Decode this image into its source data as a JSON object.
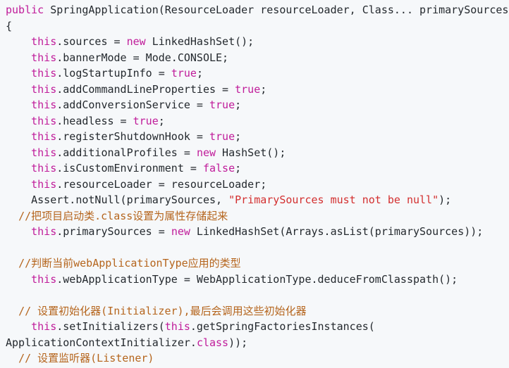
{
  "colors": {
    "background": "#f6f8fa",
    "keyword": "#c01c9a",
    "string": "#d32f2f",
    "comment": "#b5651d",
    "text": "#24292e"
  },
  "code": {
    "language": "java",
    "lines": [
      {
        "indent": "",
        "tokens": [
          {
            "t": "keyword",
            "v": "public"
          },
          {
            "t": "plain",
            "v": " SpringApplication(ResourceLoader resourceLoader, Class... primarySources)"
          }
        ]
      },
      {
        "indent": "",
        "tokens": [
          {
            "t": "plain",
            "v": "{"
          }
        ]
      },
      {
        "indent": "    ",
        "tokens": [
          {
            "t": "keyword",
            "v": "this"
          },
          {
            "t": "plain",
            "v": ".sources = "
          },
          {
            "t": "keyword",
            "v": "new"
          },
          {
            "t": "plain",
            "v": " LinkedHashSet();"
          }
        ]
      },
      {
        "indent": "    ",
        "tokens": [
          {
            "t": "keyword",
            "v": "this"
          },
          {
            "t": "plain",
            "v": ".bannerMode = Mode.CONSOLE;"
          }
        ]
      },
      {
        "indent": "    ",
        "tokens": [
          {
            "t": "keyword",
            "v": "this"
          },
          {
            "t": "plain",
            "v": ".logStartupInfo = "
          },
          {
            "t": "keyword",
            "v": "true"
          },
          {
            "t": "plain",
            "v": ";"
          }
        ]
      },
      {
        "indent": "    ",
        "tokens": [
          {
            "t": "keyword",
            "v": "this"
          },
          {
            "t": "plain",
            "v": ".addCommandLineProperties = "
          },
          {
            "t": "keyword",
            "v": "true"
          },
          {
            "t": "plain",
            "v": ";"
          }
        ]
      },
      {
        "indent": "    ",
        "tokens": [
          {
            "t": "keyword",
            "v": "this"
          },
          {
            "t": "plain",
            "v": ".addConversionService = "
          },
          {
            "t": "keyword",
            "v": "true"
          },
          {
            "t": "plain",
            "v": ";"
          }
        ]
      },
      {
        "indent": "    ",
        "tokens": [
          {
            "t": "keyword",
            "v": "this"
          },
          {
            "t": "plain",
            "v": ".headless = "
          },
          {
            "t": "keyword",
            "v": "true"
          },
          {
            "t": "plain",
            "v": ";"
          }
        ]
      },
      {
        "indent": "    ",
        "tokens": [
          {
            "t": "keyword",
            "v": "this"
          },
          {
            "t": "plain",
            "v": ".registerShutdownHook = "
          },
          {
            "t": "keyword",
            "v": "true"
          },
          {
            "t": "plain",
            "v": ";"
          }
        ]
      },
      {
        "indent": "    ",
        "tokens": [
          {
            "t": "keyword",
            "v": "this"
          },
          {
            "t": "plain",
            "v": ".additionalProfiles = "
          },
          {
            "t": "keyword",
            "v": "new"
          },
          {
            "t": "plain",
            "v": " HashSet();"
          }
        ]
      },
      {
        "indent": "    ",
        "tokens": [
          {
            "t": "keyword",
            "v": "this"
          },
          {
            "t": "plain",
            "v": ".isCustomEnvironment = "
          },
          {
            "t": "keyword",
            "v": "false"
          },
          {
            "t": "plain",
            "v": ";"
          }
        ]
      },
      {
        "indent": "    ",
        "tokens": [
          {
            "t": "keyword",
            "v": "this"
          },
          {
            "t": "plain",
            "v": ".resourceLoader = resourceLoader;"
          }
        ]
      },
      {
        "indent": "    ",
        "tokens": [
          {
            "t": "plain",
            "v": "Assert.notNull(primarySources, "
          },
          {
            "t": "string",
            "v": "\"PrimarySources must not be null\""
          },
          {
            "t": "plain",
            "v": ");"
          }
        ]
      },
      {
        "indent": "  ",
        "tokens": [
          {
            "t": "comment",
            "v": "//把项目启动类.class设置为属性存储起来"
          }
        ]
      },
      {
        "indent": "    ",
        "tokens": [
          {
            "t": "keyword",
            "v": "this"
          },
          {
            "t": "plain",
            "v": ".primarySources = "
          },
          {
            "t": "keyword",
            "v": "new"
          },
          {
            "t": "plain",
            "v": " LinkedHashSet(Arrays.asList(primarySources));"
          }
        ]
      },
      {
        "indent": "",
        "tokens": []
      },
      {
        "indent": "  ",
        "tokens": [
          {
            "t": "comment",
            "v": "//判断当前webApplicationType应用的类型"
          }
        ]
      },
      {
        "indent": "    ",
        "tokens": [
          {
            "t": "keyword",
            "v": "this"
          },
          {
            "t": "plain",
            "v": ".webApplicationType = WebApplicationType.deduceFromClasspath();"
          }
        ]
      },
      {
        "indent": "",
        "tokens": []
      },
      {
        "indent": "  ",
        "tokens": [
          {
            "t": "comment",
            "v": "// 设置初始化器(Initializer),最后会调用这些初始化器"
          }
        ]
      },
      {
        "indent": "    ",
        "tokens": [
          {
            "t": "keyword",
            "v": "this"
          },
          {
            "t": "plain",
            "v": ".setInitializers("
          },
          {
            "t": "keyword",
            "v": "this"
          },
          {
            "t": "plain",
            "v": ".getSpringFactoriesInstances("
          }
        ]
      },
      {
        "indent": "",
        "tokens": [
          {
            "t": "plain",
            "v": "ApplicationContextInitializer."
          },
          {
            "t": "keyword",
            "v": "class"
          },
          {
            "t": "plain",
            "v": "));"
          }
        ]
      },
      {
        "indent": "  ",
        "tokens": [
          {
            "t": "comment",
            "v": "// 设置监听器(Listener)"
          }
        ]
      }
    ]
  }
}
